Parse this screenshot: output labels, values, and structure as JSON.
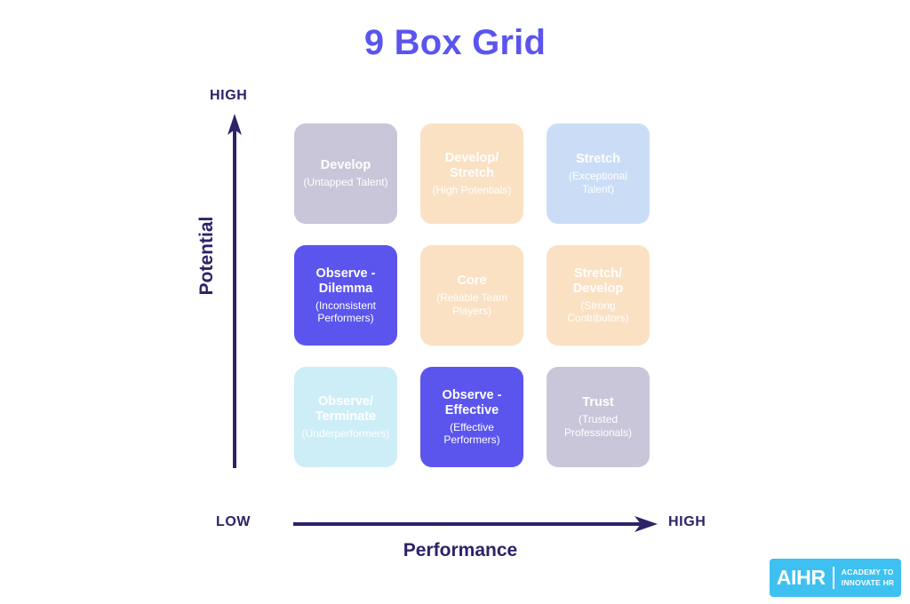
{
  "title": "9 Box Grid",
  "colors": {
    "accent_purple": "#5b55ee",
    "axis_navy": "#2e2268",
    "peach": "#fae1c3",
    "lavender_gray": "#c9c6d9",
    "light_blue": "#cbddf6",
    "light_cyan": "#cdeef7",
    "logo_cyan": "#3ec1f0"
  },
  "axes": {
    "y": {
      "title": "Potential",
      "high_label": "HIGH"
    },
    "x": {
      "title": "Performance",
      "low_label": "LOW",
      "high_label": "HIGH"
    }
  },
  "grid": {
    "cells": [
      {
        "id": "develop",
        "title": "Develop",
        "subtitle": "(Untapped Talent)",
        "bg": "#c9c6d9",
        "highlighted": false,
        "row": "high-potential",
        "column": "low-performance"
      },
      {
        "id": "develop-stretch",
        "title": "Develop/\nStretch",
        "subtitle": "(High Potentials)",
        "bg": "#fae1c3",
        "highlighted": false,
        "row": "high-potential",
        "column": "moderate-performance"
      },
      {
        "id": "stretch",
        "title": "Stretch",
        "subtitle": "(Exceptional\nTalent)",
        "bg": "#cbddf6",
        "highlighted": false,
        "row": "high-potential",
        "column": "high-performance"
      },
      {
        "id": "observe-dilemma",
        "title": "Observe -\nDilemma",
        "subtitle": "(Inconsistent\nPerformers)",
        "bg": "#5b55ee",
        "highlighted": true,
        "row": "moderate-potential",
        "column": "low-performance"
      },
      {
        "id": "core",
        "title": "Core",
        "subtitle": "(Reliable Team\nPlayers)",
        "bg": "#fae1c3",
        "highlighted": false,
        "row": "moderate-potential",
        "column": "moderate-performance"
      },
      {
        "id": "stretch-develop",
        "title": "Stretch/\nDevelop",
        "subtitle": "(Strong\nContributors)",
        "bg": "#fae1c3",
        "highlighted": false,
        "row": "moderate-potential",
        "column": "high-performance"
      },
      {
        "id": "observe-terminate",
        "title": "Observe/\nTerminate",
        "subtitle": "(Underperformers)",
        "bg": "#cdeef7",
        "highlighted": false,
        "row": "low-potential",
        "column": "low-performance"
      },
      {
        "id": "observe-effective",
        "title": "Observe -\nEffective",
        "subtitle": "(Effective\nPerformers)",
        "bg": "#5b55ee",
        "highlighted": true,
        "row": "low-potential",
        "column": "moderate-performance"
      },
      {
        "id": "trust",
        "title": "Trust",
        "subtitle": "(Trusted\nProfessionals)",
        "bg": "#c9c6d9",
        "highlighted": false,
        "row": "low-potential",
        "column": "high-performance"
      }
    ]
  },
  "logo": {
    "wordmark": "AIHR",
    "tagline": "ACADEMY TO\nINNOVATE HR"
  }
}
